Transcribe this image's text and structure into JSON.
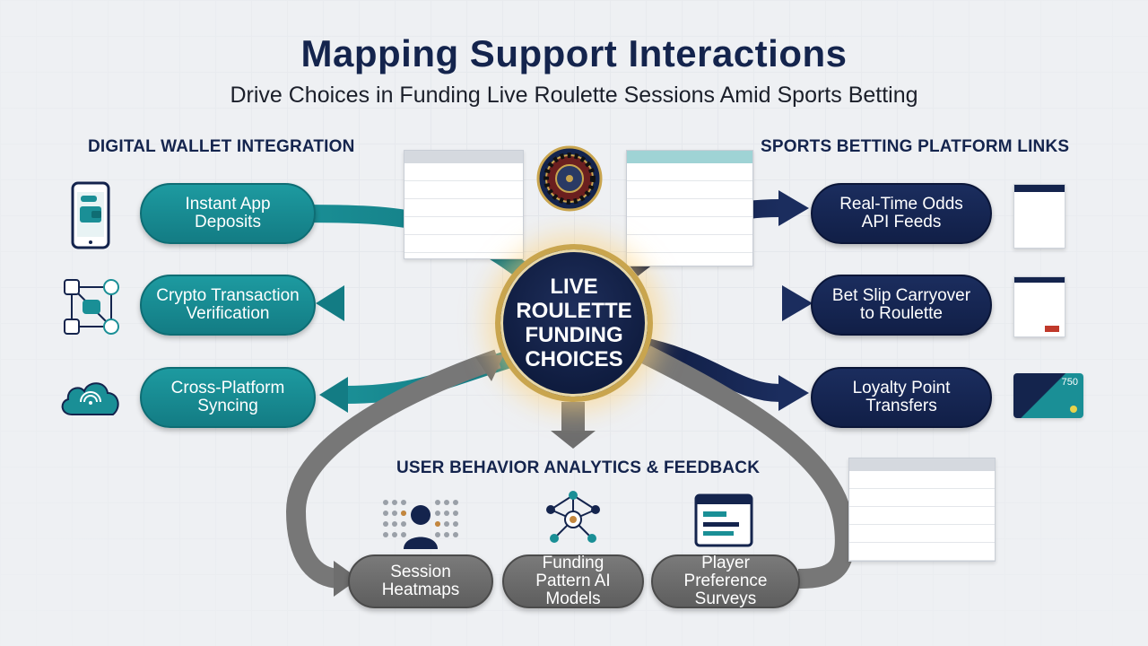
{
  "title": "Mapping Support Interactions",
  "subtitle": "Drive Choices in Funding Live Roulette Sessions Amid Sports Betting",
  "hub": {
    "label": "LIVE ROULETTE FUNDING CHOICES"
  },
  "sections": {
    "left": "DIGITAL WALLET INTEGRATION",
    "right": "SPORTS BETTING PLATFORM LINKS",
    "bottom": "USER BEHAVIOR ANALYTICS & FEEDBACK"
  },
  "left_nodes": [
    {
      "label": "Instant App Deposits",
      "icon": "smartphone-wallet-icon"
    },
    {
      "label": "Crypto Transaction Verification",
      "icon": "crypto-network-icon"
    },
    {
      "label": "Cross-Platform Syncing",
      "icon": "cloud-sync-icon"
    }
  ],
  "right_nodes": [
    {
      "label": "Real-Time Odds API Feeds",
      "icon": "odds-dashboard-icon"
    },
    {
      "label": "Bet Slip Carryover to Roulette",
      "icon": "bet-slip-icon"
    },
    {
      "label": "Loyalty Point Transfers",
      "icon": "loyalty-card-icon"
    }
  ],
  "bottom_nodes": [
    {
      "label": "Session Heatmaps",
      "icon": "heatmap-user-icon"
    },
    {
      "label": "Funding Pattern AI Models",
      "icon": "ai-network-icon"
    },
    {
      "label": "Player Preference Surveys",
      "icon": "survey-form-icon"
    }
  ],
  "loyalty_card_value": "750",
  "colors": {
    "navy": "#14244d",
    "teal": "#1a8f96",
    "gray": "#6b6b6b",
    "gold": "#c9a54e"
  }
}
